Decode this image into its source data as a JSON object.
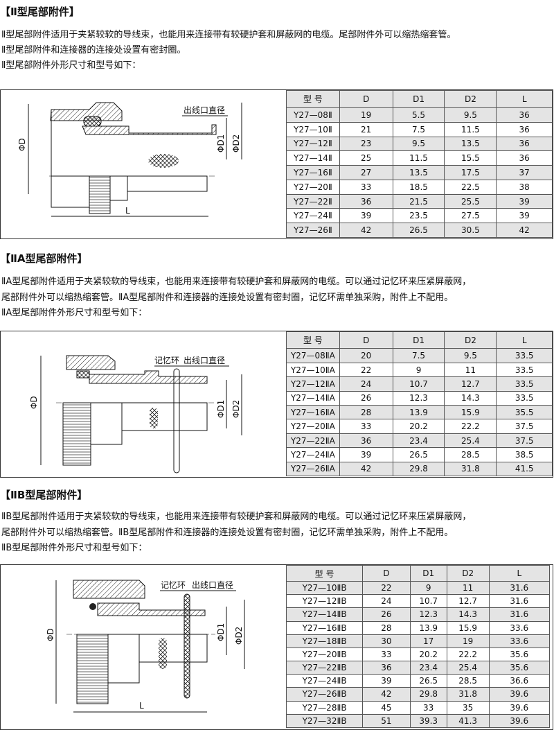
{
  "sections": [
    {
      "heading": "【Ⅱ型尾部附件】",
      "lines": [
        "Ⅱ型尾部附件适用于夹紧较软的导线束，也能用来连接带有较硬护套和屏蔽网的电缆。尾部附件外可以缩热缩套管。",
        "Ⅱ型尾部附件和连接器的连接处设置有密封圈。",
        "Ⅱ型尾部附件外形尺寸和型号如下："
      ],
      "drawing": {
        "phiD": "ΦD",
        "phiD1": "ΦD1",
        "phiD2": "ΦD2",
        "L": "L",
        "outlet": "出线口直径"
      },
      "table": {
        "headers": [
          "型 号",
          "D",
          "D1",
          "D2",
          "L"
        ],
        "rows": [
          [
            "Y27—08Ⅱ",
            "19",
            "5.5",
            "9.5",
            "36"
          ],
          [
            "Y27—10Ⅱ",
            "21",
            "7.5",
            "11.5",
            "36"
          ],
          [
            "Y27—12Ⅱ",
            "23",
            "9.5",
            "13.5",
            "36"
          ],
          [
            "Y27—14Ⅱ",
            "25",
            "11.5",
            "15.5",
            "36"
          ],
          [
            "Y27—16Ⅱ",
            "27",
            "13.5",
            "17.5",
            "37"
          ],
          [
            "Y27—20Ⅱ",
            "33",
            "18.5",
            "22.5",
            "38"
          ],
          [
            "Y27—22Ⅱ",
            "36",
            "21.5",
            "25.5",
            "39"
          ],
          [
            "Y27—24Ⅱ",
            "39",
            "23.5",
            "27.5",
            "39"
          ],
          [
            "Y27—26Ⅱ",
            "42",
            "26.5",
            "30.5",
            "42"
          ]
        ]
      }
    },
    {
      "heading": "【ⅡA型尾部附件】",
      "lines": [
        "ⅡA型尾部附件适用于夹紧较软的导线束，也能用来连接带有较硬护套和屏蔽网的电缆。可以通过记忆环来压紧屏蔽网，",
        "尾部附件外可以缩热缩套管。ⅡA型尾部附件和连接器的连接处设置有密封圈，记忆环需单独采购，附件上不配用。",
        "ⅡA型尾部附件外形尺寸和型号如下："
      ],
      "drawing": {
        "phiD": "ΦD",
        "phiD1": "ΦD1",
        "phiD2": "ΦD2",
        "memory_ring": "记忆环",
        "outlet": "出线口直径"
      },
      "table": {
        "headers": [
          "型 号",
          "D",
          "D1",
          "D2",
          "L"
        ],
        "rows": [
          [
            "Y27—08ⅡA",
            "20",
            "7.5",
            "9.5",
            "33.5"
          ],
          [
            "Y27—10ⅡA",
            "22",
            "9",
            "11",
            "33.5"
          ],
          [
            "Y27—12ⅡA",
            "24",
            "10.7",
            "12.7",
            "33.5"
          ],
          [
            "Y27—14ⅡA",
            "26",
            "12.3",
            "14.3",
            "33.5"
          ],
          [
            "Y27—16ⅡA",
            "28",
            "13.9",
            "15.9",
            "35.5"
          ],
          [
            "Y27—20ⅡA",
            "33",
            "20.2",
            "22.2",
            "37.5"
          ],
          [
            "Y27—22ⅡA",
            "36",
            "23.4",
            "25.4",
            "37.5"
          ],
          [
            "Y27—24ⅡA",
            "39",
            "26.5",
            "28.5",
            "38.5"
          ],
          [
            "Y27—26ⅡA",
            "42",
            "29.8",
            "31.8",
            "41.5"
          ]
        ]
      }
    },
    {
      "heading": "【ⅡB型尾部附件】",
      "lines": [
        "ⅡB型尾部附件适用于夹紧较软的导线束，也能用来连接带有较硬护套和屏蔽网的电缆。可以通过记忆环来压紧屏蔽网，",
        "尾部附件外可以缩热缩套管。ⅡB型尾部附件和连接器的连接处设置有密封圈，记忆环需单独采购，附件上不配用。",
        "ⅡB型尾部附件外形尺寸和型号如下："
      ],
      "drawing": {
        "phiD": "ΦD",
        "phiD1": "ΦD1",
        "phiD2": "ΦD2",
        "L": "L",
        "memory_ring": "记忆环",
        "outlet": "出线口直径"
      },
      "table": {
        "headers": [
          "型 号",
          "D",
          "D1",
          "D2",
          "L"
        ],
        "rows": [
          [
            "Y27—10ⅡB",
            "22",
            "9",
            "11",
            "31.6"
          ],
          [
            "Y27—12ⅡB",
            "24",
            "10.7",
            "12.7",
            "31.6"
          ],
          [
            "Y27—14ⅡB",
            "26",
            "12.3",
            "14.3",
            "31.6"
          ],
          [
            "Y27—16ⅡB",
            "28",
            "13.9",
            "15.9",
            "33.6"
          ],
          [
            "Y27—18ⅡB",
            "30",
            "17",
            "19",
            "33.6"
          ],
          [
            "Y27—20ⅡB",
            "33",
            "20.2",
            "22.2",
            "35.6"
          ],
          [
            "Y27—22ⅡB",
            "36",
            "23.4",
            "25.4",
            "35.6"
          ],
          [
            "Y27—24ⅡB",
            "39",
            "26.5",
            "28.5",
            "36.6"
          ],
          [
            "Y27—26ⅡB",
            "42",
            "29.8",
            "31.8",
            "39.6"
          ],
          [
            "Y27—28ⅡB",
            "45",
            "33",
            "35",
            "39.6"
          ],
          [
            "Y27—32ⅡB",
            "51",
            "39.3",
            "41.3",
            "39.6"
          ]
        ]
      }
    }
  ]
}
